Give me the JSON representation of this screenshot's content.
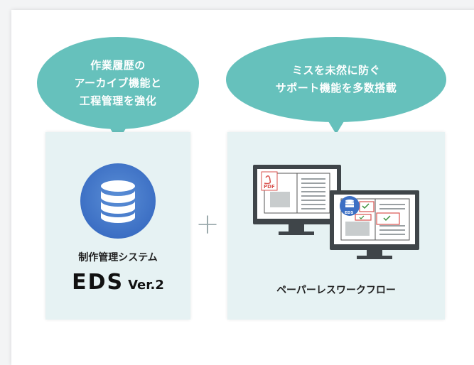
{
  "bubbles": {
    "left": {
      "line1": "作業履歴の",
      "line2": "アーカイブ機能と",
      "line3": "工程管理を強化"
    },
    "right": {
      "line1": "ミスを未然に防ぐ",
      "line2": "サポート機能を多数搭載"
    }
  },
  "left_panel": {
    "label": "制作管理システム",
    "product_name": "EDS",
    "version": "Ver.2",
    "icon": "database-icon"
  },
  "plus_sign": "+",
  "right_panel": {
    "label": "ペーパーレスワークフロー",
    "icon": "monitors-icon",
    "pdf_badge": "PDF",
    "eds_badge": "EDS"
  },
  "colors": {
    "bubble": "#66c1bc",
    "panel": "#e6f2f3",
    "db_blue": "#3c6fc4",
    "pdf_red": "#d9534f",
    "check_green": "#3a8f3a"
  }
}
